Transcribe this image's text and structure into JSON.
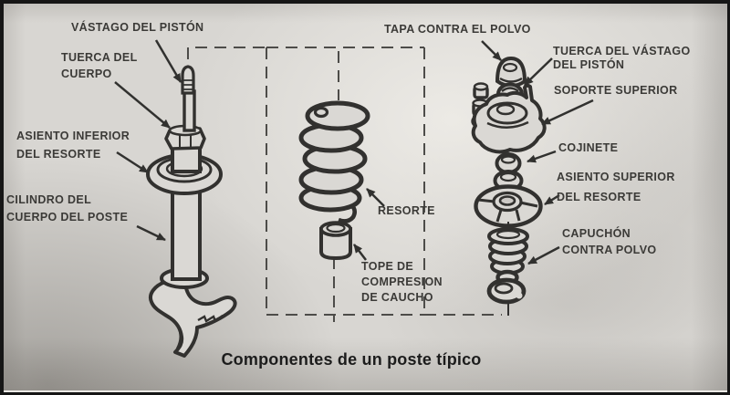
{
  "document": {
    "caption": "Componentes de un poste típico",
    "type_note": "scanned technical diagram of a suspension strut (exploded view)"
  },
  "colors": {
    "paper": "#d8d6d2",
    "ink": "#30302e",
    "label_text": "#3b3a37",
    "caption_text": "#1c1c1c",
    "frame": "#161616"
  },
  "labels": {
    "vastago_piston": {
      "lines": [
        "VÁSTAGO DEL PISTÓN"
      ]
    },
    "tuerca_cuerpo": {
      "lines": [
        "TUERCA DEL",
        "CUERPO"
      ]
    },
    "asiento_inferior": {
      "lines": [
        "ASIENTO INFERIOR",
        "DEL RESORTE"
      ]
    },
    "cilindro_cuerpo": {
      "lines": [
        "CILINDRO DEL",
        "CUERPO DEL POSTE"
      ]
    },
    "resorte": {
      "lines": [
        "RESORTE"
      ]
    },
    "tope_compresion": {
      "lines": [
        "TOPE DE",
        "COMPRESION",
        "DE CAUCHO"
      ]
    },
    "tapa_polvo": {
      "lines": [
        "TAPA CONTRA EL POLVO"
      ]
    },
    "tuerca_vastago": {
      "lines": [
        "TUERCA DEL VÁSTAGO",
        "DEL PISTÓN"
      ]
    },
    "soporte_superior": {
      "lines": [
        "SOPORTE SUPERIOR"
      ]
    },
    "cojinete": {
      "lines": [
        "COJINETE"
      ]
    },
    "asiento_superior": {
      "lines": [
        "ASIENTO SUPERIOR",
        "DEL RESORTE"
      ]
    },
    "capuchon_polvo": {
      "lines": [
        "CAPUCHÓN",
        "CONTRA POLVO"
      ]
    }
  }
}
